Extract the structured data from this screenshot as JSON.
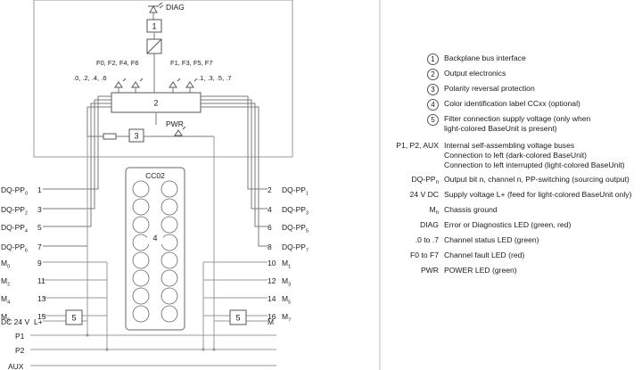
{
  "diagram": {
    "module_label": "CC02",
    "diag_label": "DIAG",
    "pwr_label": "PWR",
    "fault_left": "F0, F2, F4, F6",
    "fault_right": "F1, F3, F5, F7",
    "status_left": ".0, .2, .4, .6",
    "status_right": ".1, .3, .5, .7",
    "box_numbers": {
      "b1": "1",
      "b2": "2",
      "b3": "3",
      "b4": "4",
      "b5": "5"
    },
    "left_terminals": [
      {
        "label": "DQ-PP",
        "sub": "0",
        "pin": "1"
      },
      {
        "label": "DQ-PP",
        "sub": "2",
        "pin": "3"
      },
      {
        "label": "DQ-PP",
        "sub": "4",
        "pin": "5"
      },
      {
        "label": "DQ-PP",
        "sub": "6",
        "pin": "7"
      },
      {
        "label": "M",
        "sub": "0",
        "pin": "9"
      },
      {
        "label": "M",
        "sub": "2",
        "pin": "11"
      },
      {
        "label": "M",
        "sub": "4",
        "pin": "13"
      },
      {
        "label": "M",
        "sub": "6",
        "pin": "15"
      }
    ],
    "right_terminals": [
      {
        "label": "DQ-PP",
        "sub": "1",
        "pin": "2"
      },
      {
        "label": "DQ-PP",
        "sub": "3",
        "pin": "4"
      },
      {
        "label": "DQ-PP",
        "sub": "5",
        "pin": "6"
      },
      {
        "label": "DQ-PP",
        "sub": "7",
        "pin": "8"
      },
      {
        "label": "M",
        "sub": "1",
        "pin": "10"
      },
      {
        "label": "M",
        "sub": "3",
        "pin": "12"
      },
      {
        "label": "M",
        "sub": "5",
        "pin": "14"
      },
      {
        "label": "M",
        "sub": "7",
        "pin": "16"
      }
    ],
    "supply_left": "DC 24 V",
    "supply_left_pin": "L+",
    "supply_right_pin": "M",
    "buses": [
      "P1",
      "P2",
      "AUX"
    ]
  },
  "legend": [
    {
      "key": "1",
      "circled": true,
      "text": [
        "Backplane bus interface"
      ]
    },
    {
      "key": "2",
      "circled": true,
      "text": [
        "Output electronics"
      ]
    },
    {
      "key": "3",
      "circled": true,
      "text": [
        "Polarity reversal protection"
      ]
    },
    {
      "key": "4",
      "circled": true,
      "text": [
        "Color identification label CCxx (optional)"
      ]
    },
    {
      "key": "5",
      "circled": true,
      "text": [
        "Filter connection supply voltage (only when",
        "light-colored BaseUnit is present)"
      ]
    },
    {
      "key": "P1, P2, AUX",
      "circled": false,
      "text": [
        "Internal self-assembling voltage buses",
        "Connection to left (dark-colored BaseUnit)",
        "Connection to left interrupted (light-colored BaseUnit)"
      ]
    },
    {
      "key": "DQ-PP",
      "key_sub": "n",
      "circled": false,
      "text": [
        "Output bit n, channel n, PP-switching (sourcing output)"
      ]
    },
    {
      "key": "24 V DC",
      "circled": false,
      "text": [
        "Supply voltage L+ (feed for light-colored BaseUnit only)"
      ]
    },
    {
      "key": "M",
      "key_sub": "n",
      "circled": false,
      "text": [
        "Chassis ground"
      ]
    },
    {
      "key": "DIAG",
      "circled": false,
      "text": [
        "Error or Diagnostics LED (green, red)"
      ]
    },
    {
      "key": ".0 to .7",
      "circled": false,
      "text": [
        "Channel status LED (green)"
      ]
    },
    {
      "key": "F0 to F7",
      "circled": false,
      "text": [
        "Channel fault LED (red)"
      ]
    },
    {
      "key": "PWR",
      "circled": false,
      "text": [
        "POWER LED (green)"
      ]
    }
  ]
}
